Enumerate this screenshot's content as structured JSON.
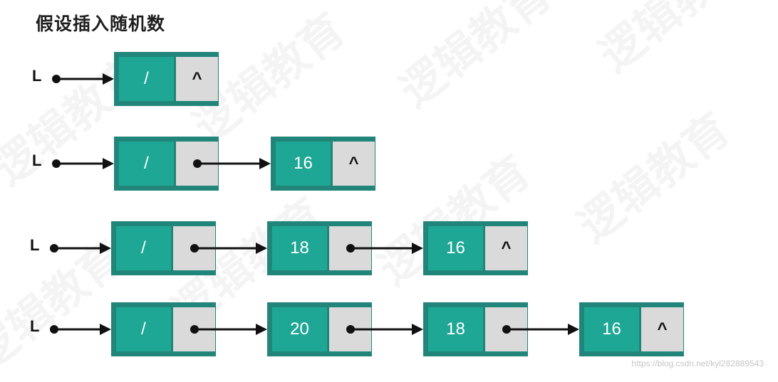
{
  "title": "假设插入随机数",
  "watermark": "逻辑教育",
  "footer_url": "https://blog.csdn.net/kyl282889543",
  "head_label": "L",
  "null_symbol": "^",
  "rows": [
    {
      "nodes": [
        {
          "data": "/"
        }
      ]
    },
    {
      "nodes": [
        {
          "data": "/"
        },
        {
          "data": "16"
        }
      ]
    },
    {
      "nodes": [
        {
          "data": "/"
        },
        {
          "data": "18"
        },
        {
          "data": "16"
        }
      ]
    },
    {
      "nodes": [
        {
          "data": "/"
        },
        {
          "data": "20"
        },
        {
          "data": "18"
        },
        {
          "data": "16"
        }
      ]
    }
  ],
  "colors": {
    "node_border": "#21857a",
    "data_fill": "#1fa795",
    "pointer_fill": "#dadada",
    "arrow": "#111111"
  }
}
